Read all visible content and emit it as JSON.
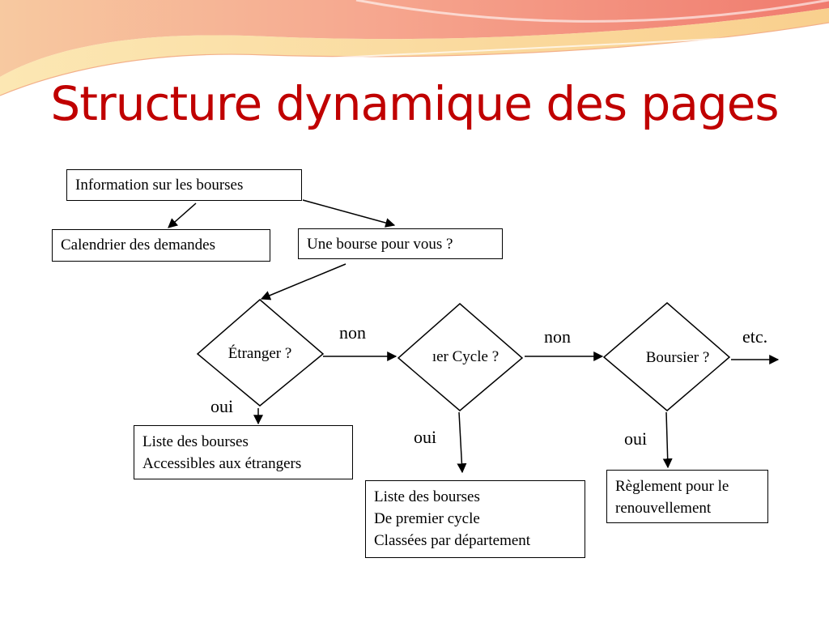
{
  "slide": {
    "title": "Structure dynamique des pages",
    "title_color": "#c00000"
  },
  "boxes": {
    "info": "Information sur les bourses",
    "calendrier": "Calendrier des demandes",
    "une_bourse": "Une bourse pour vous ?",
    "liste_etrangers": [
      "Liste des bourses",
      "Accessibles aux étrangers"
    ],
    "liste_premier_cycle": [
      "Liste des bourses",
      "De premier cycle",
      "Classées par département"
    ],
    "reglement": [
      "Règlement pour le",
      "renouvellement"
    ]
  },
  "decisions": {
    "etranger": "Étranger ?",
    "premier_cycle": "ıer Cycle  ?",
    "boursier": "Boursier ?"
  },
  "edge_labels": {
    "non_1": "non",
    "non_2": "non",
    "etc": "etc.",
    "oui_1": "oui",
    "oui_2": "oui",
    "oui_3": "oui"
  }
}
